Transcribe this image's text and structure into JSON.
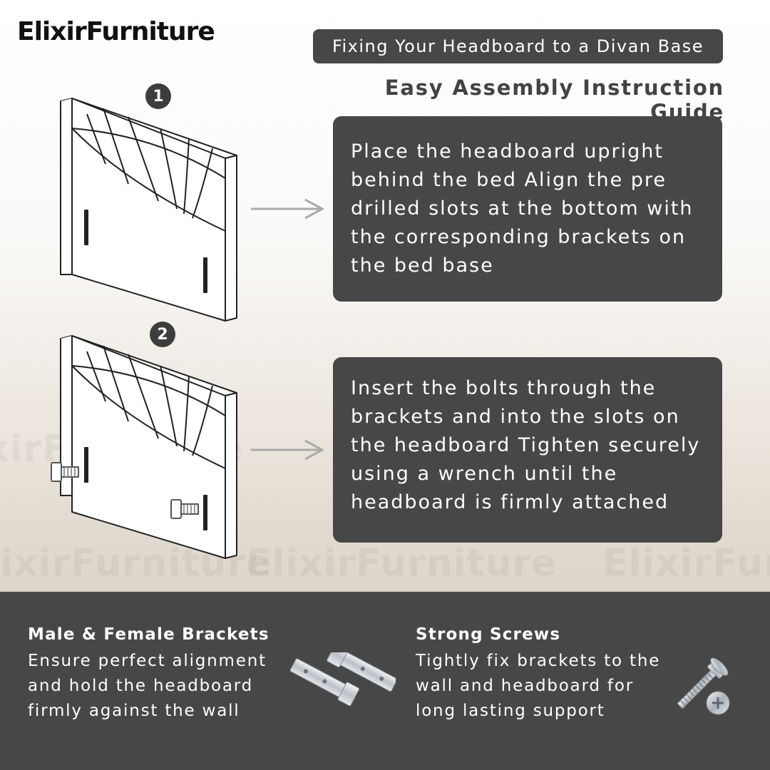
{
  "brand": {
    "logo_text": "ElixirFurniture"
  },
  "header": {
    "pill_title": "Fixing Your Headboard to a Divan Base",
    "guide_title": "Easy Assembly Instruction Guide"
  },
  "watermarks": [
    "ElixirFurniture",
    "ElixirFurniture",
    "ElixirFurniture"
  ],
  "steps": [
    {
      "number": "1",
      "text": "Place the headboard upright behind the bed Align the pre drilled slots at the bottom with the corresponding brackets on the bed base"
    },
    {
      "number": "2",
      "text": "Insert the bolts through the brackets and into the slots on the headboard Tighten securely using a wrench until the headboard is firmly attached"
    }
  ],
  "features": [
    {
      "title": "Male & Female Brackets",
      "description": "Ensure perfect alignment and hold the headboard firmly against the wall",
      "icon": "bracket-icon"
    },
    {
      "title": "Strong Screws",
      "description": "Tightly fix brackets to the wall and headboard for long lasting support",
      "icon": "screw-icon"
    }
  ],
  "colors": {
    "panel": "#474747",
    "footer": "#474747",
    "text_dark": "#434343",
    "arrow": "#aaaaaa"
  }
}
